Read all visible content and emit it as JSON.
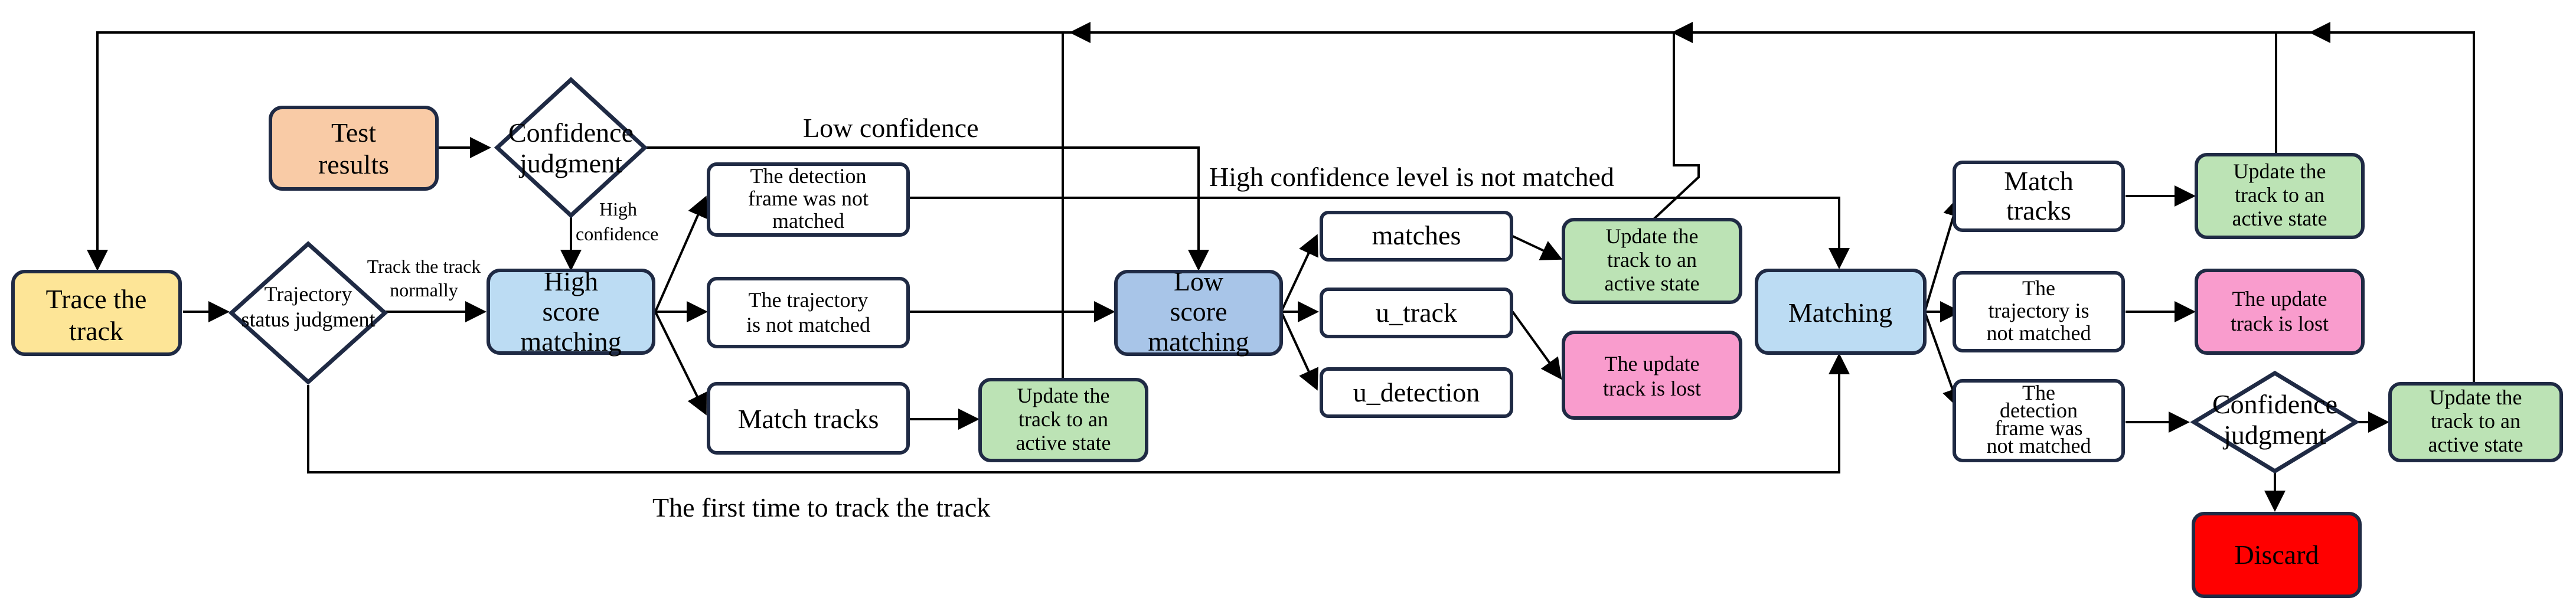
{
  "colors": {
    "yellow": "#fde597",
    "peach": "#f9cba6",
    "light_blue": "#bcdcf3",
    "mid_blue": "#a8c5e8",
    "green": "#bce3b5",
    "pink": "#f99ccd",
    "red": "#ff0000",
    "white": "#ffffff",
    "border": "#1f2a44"
  },
  "nodes": {
    "trace_track": [
      "Trace the",
      "track"
    ],
    "test_results": [
      "Test",
      "results"
    ],
    "confidence_judgment_1": [
      "Confidence",
      "judgment"
    ],
    "trajectory_status_judgment": [
      "Trajectory",
      "status judgment"
    ],
    "high_score_matching": [
      "High",
      "score",
      "matching"
    ],
    "detection_not_matched_1": [
      "The detection",
      "frame was not",
      "matched"
    ],
    "trajectory_not_matched_1": [
      "The trajectory",
      "is not matched"
    ],
    "match_tracks_1": [
      "Match tracks"
    ],
    "update_active_1": [
      "Update the",
      "track to an",
      "active state"
    ],
    "low_score_matching": [
      "Low",
      "score",
      "matching"
    ],
    "matches": [
      "matches"
    ],
    "u_track": [
      "u_track"
    ],
    "u_detection": [
      "u_detection"
    ],
    "update_active_2": [
      "Update the",
      "track to an",
      "active state"
    ],
    "update_lost_1": [
      "The update",
      "track is lost"
    ],
    "matching": [
      "Matching"
    ],
    "match_tracks_2": [
      "Match",
      "tracks"
    ],
    "trajectory_not_matched_2": [
      "The",
      "trajectory is",
      "not matched"
    ],
    "detection_not_matched_2": [
      "The",
      "detection",
      "frame was",
      "not matched"
    ],
    "update_active_3": [
      "Update the",
      "track to an",
      "active state"
    ],
    "update_lost_2": [
      "The update",
      "track is lost"
    ],
    "confidence_judgment_2": [
      "Confidence",
      "judgment"
    ],
    "update_active_4": [
      "Update the",
      "track to an",
      "active state"
    ],
    "discard": [
      "Discard"
    ]
  },
  "edge_labels": {
    "low_confidence": "Low confidence",
    "high_conf_not_matched": "High confidence level is not matched",
    "high_confidence": [
      "High",
      "confidence"
    ],
    "track_normally": [
      "Track the track",
      "normally"
    ],
    "first_time": "The first time to track the track"
  }
}
